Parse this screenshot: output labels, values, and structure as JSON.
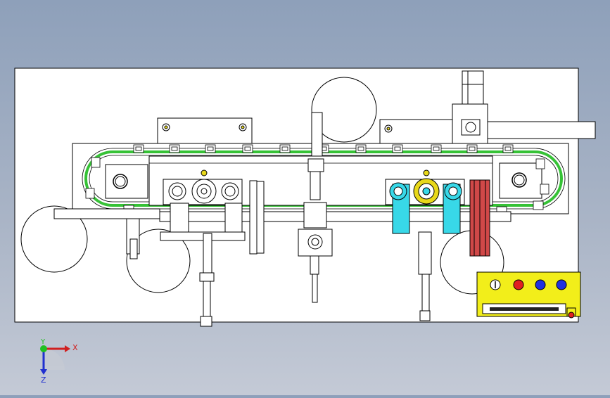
{
  "triad": {
    "x_label": "X",
    "y_label": "Y",
    "z_label": "Z"
  },
  "colors": {
    "background_top": "#8ea0ba",
    "sheet": "#ffffff",
    "line": "#000000",
    "chain_green": "#36c236",
    "bracket_cyan": "#38d8e8",
    "gear_yellow": "#e8d81a",
    "pulley_red": "#d04848",
    "panel_yellow": "#f2ee1a",
    "button_red": "#e02020",
    "button_blue": "#2030e0",
    "axis_x": "#d02020",
    "axis_y": "#20c020",
    "axis_z": "#2030d0"
  },
  "control_panel": {
    "buttons": [
      "power-button",
      "red-button",
      "blue-button-1",
      "blue-button-2"
    ]
  }
}
